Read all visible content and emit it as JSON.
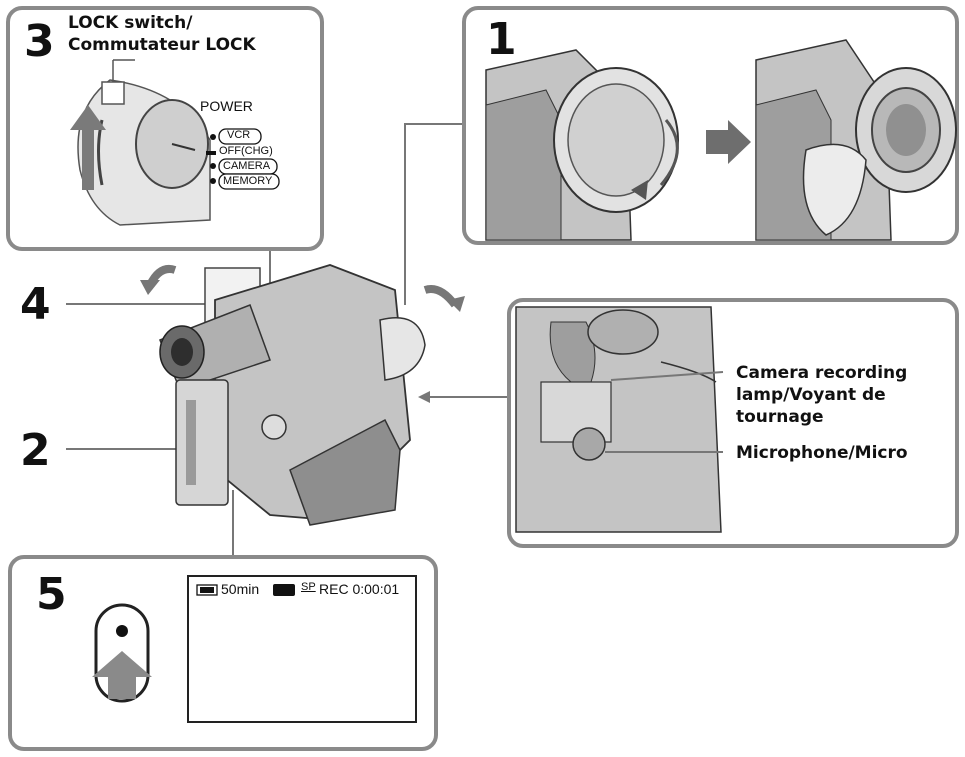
{
  "step3": {
    "number": "3",
    "lock_label_line1": "LOCK switch/",
    "lock_label_line2": "Commutateur LOCK",
    "power_label": "POWER",
    "modes": [
      "VCR",
      "OFF(CHG)",
      "CAMERA",
      "MEMORY"
    ]
  },
  "step1": {
    "number": "1"
  },
  "step4": {
    "number": "4"
  },
  "step2": {
    "number": "2"
  },
  "step5": {
    "number": "5",
    "osd": {
      "battery_time": "50min",
      "sp_mode": "SP",
      "status": "REC 0:00:01"
    }
  },
  "callouts": {
    "camera_lamp_line1": "Camera recording",
    "camera_lamp_line2": "lamp/Voyant de",
    "camera_lamp_line3": "tournage",
    "microphone": "Microphone/Micro"
  },
  "colors": {
    "panel_border": "#8a8a8a",
    "illustration_fill": "#c4c4c4",
    "illustration_dark": "#8e8e8e",
    "arrow": "#6e6e6e"
  }
}
